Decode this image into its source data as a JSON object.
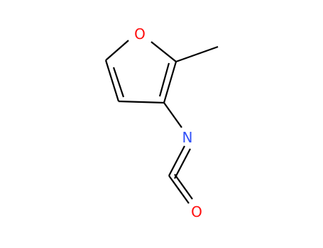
{
  "molecule": {
    "atoms": {
      "ring_oxygen": "O",
      "isocyanate_nitrogen": "N",
      "carbonyl_oxygen": "O"
    }
  },
  "colors": {
    "bond": "#000000",
    "oxygen": "#ff0d0d",
    "nitrogen": "#3050f8",
    "background": "#ffffff"
  }
}
